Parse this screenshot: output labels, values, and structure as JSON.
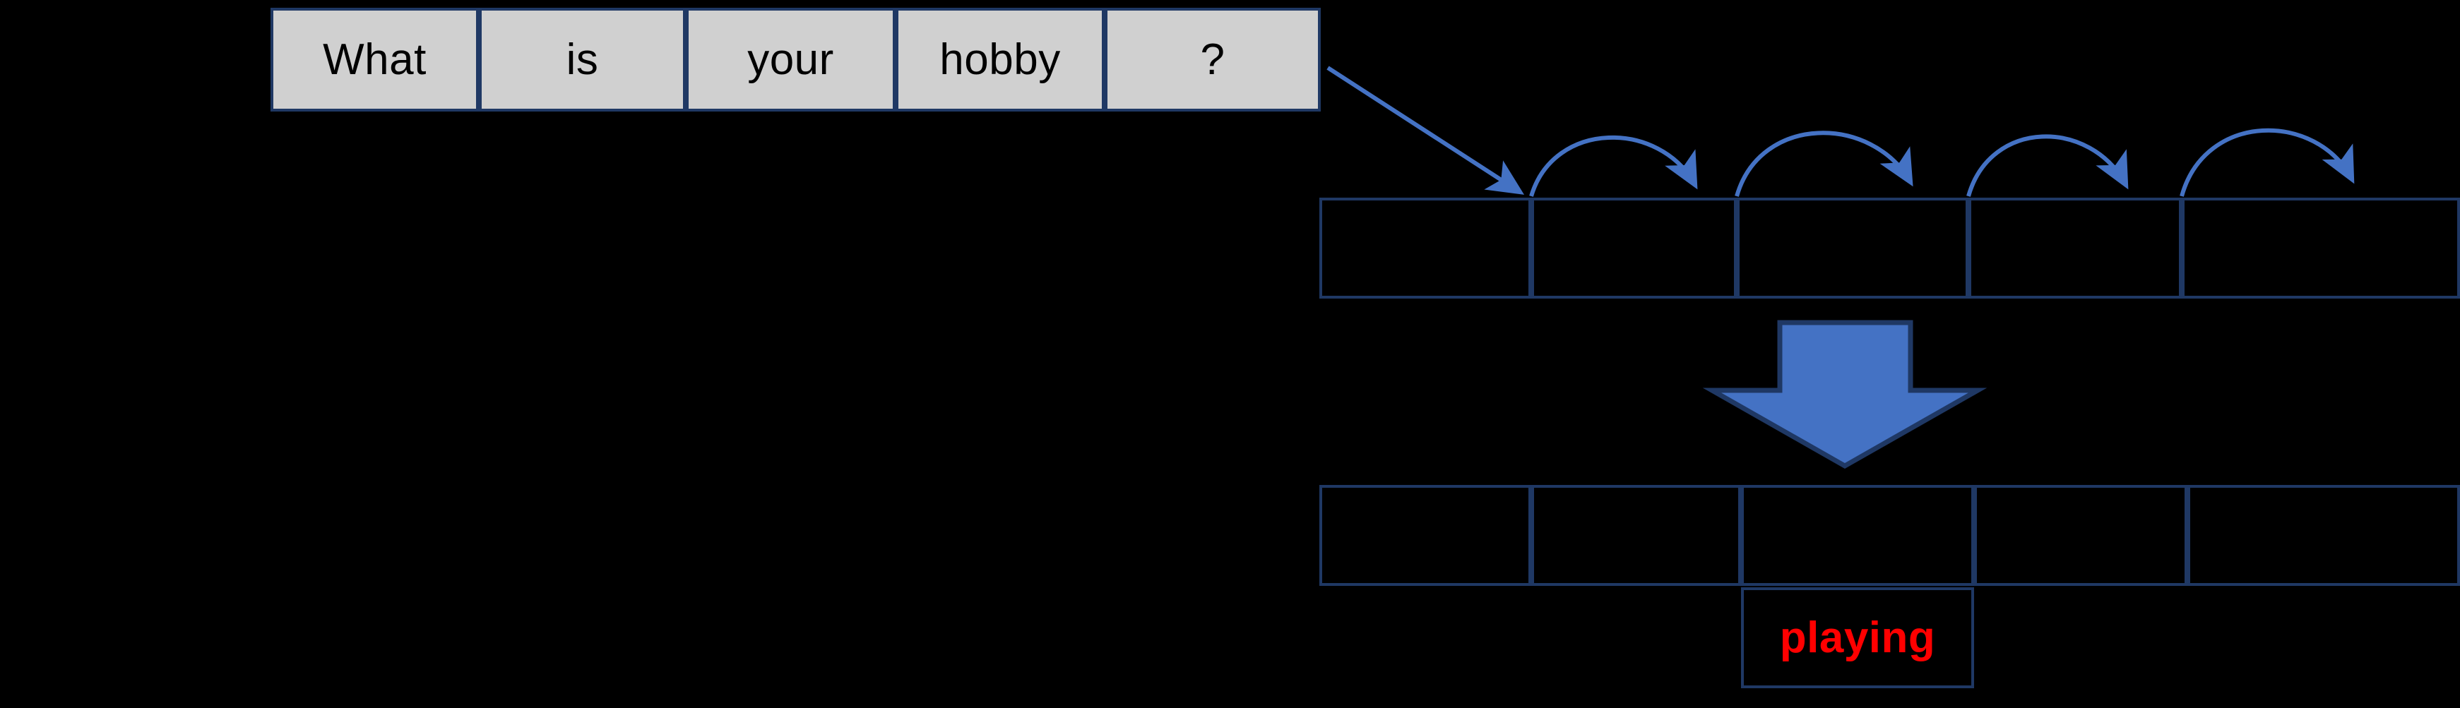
{
  "diagram": {
    "title": "seq2seq decoding step diagram",
    "background_color": "#000000",
    "colors": {
      "cell_border": "#1F3864",
      "input_cell_fill": "#D0D0D0",
      "input_cell_text": "#000000",
      "arrow_fill": "#4472C4",
      "arrow_outline": "#1F3864",
      "answer_text": "#FF0000"
    }
  },
  "input_sequence": {
    "name": "question-token-row",
    "tokens": [
      {
        "label": "What"
      },
      {
        "label": "is"
      },
      {
        "label": "your"
      },
      {
        "label": "hobby"
      },
      {
        "label": "?"
      }
    ]
  },
  "encoder_row": {
    "name": "encoder-state-row",
    "cells": [
      {
        "label": ""
      },
      {
        "label": ""
      },
      {
        "label": ""
      },
      {
        "label": ""
      },
      {
        "label": ""
      }
    ]
  },
  "decoder_row": {
    "name": "decoder-state-row",
    "cells": [
      {
        "label": ""
      },
      {
        "label": ""
      },
      {
        "label": ""
      },
      {
        "label": ""
      },
      {
        "label": ""
      }
    ]
  },
  "output": {
    "name": "predicted-token",
    "label": "playing"
  },
  "connectors": {
    "feed_arrow_label": "diagonal-feed-arrow",
    "recurrent_arrow_count": 4,
    "block_arrow_label": "down-block-arrow"
  }
}
